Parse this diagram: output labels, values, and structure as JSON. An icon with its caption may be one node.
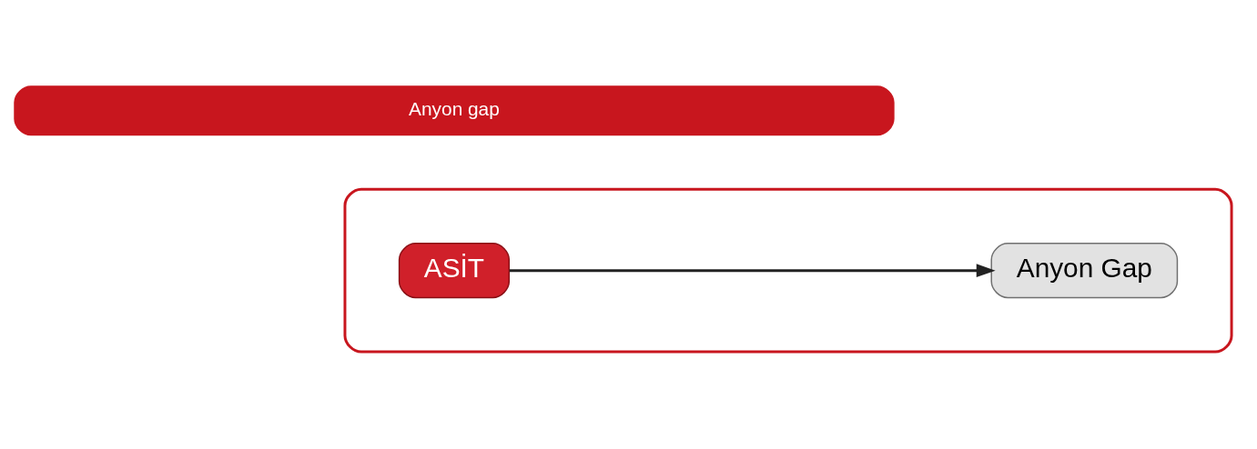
{
  "diagram": {
    "nodes": [
      {
        "text": [],
        "shape": "box"
      },
      {
        "text": [
          "ASİT"
        ],
        "in": 0
      },
      {
        "text": [
          "Anyon Gap"
        ],
        "in": 0
      },
      {
        "text": [
          "Anyon gap"
        ]
      }
    ],
    "edges": [
      {
        "from": 1,
        "to": 2,
        "arrow": "to"
      }
    ]
  }
}
